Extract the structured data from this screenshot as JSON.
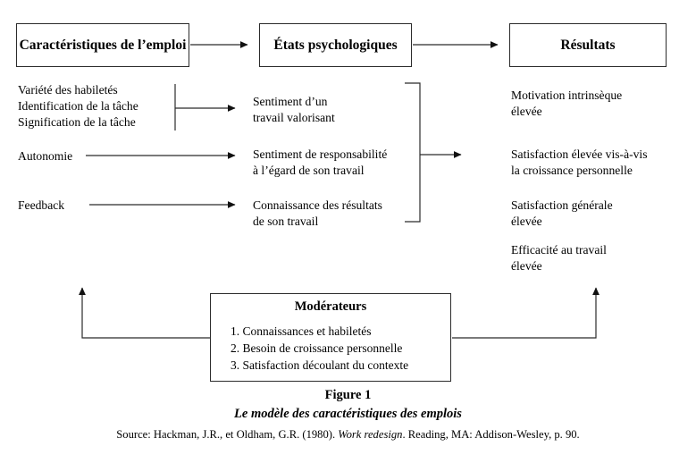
{
  "figure": {
    "number": "Figure 1",
    "subtitle": "Le modèle des caractéristiques des emplois",
    "source_prefix": "Source: Hackman, J.R., et Oldham, G.R. (1980). ",
    "source_italic": "Work redesign",
    "source_suffix": ". Reading, MA: Addison-Wesley, p. 90."
  },
  "headers": {
    "job": "Caractéristiques\nde l’emploi",
    "psychological": "États\npsychologiques",
    "results": "Résultats"
  },
  "columns": {
    "job_characteristics": [
      "Variété des habiletés",
      "Identification de la tâche",
      "Signification de la tâche",
      "Autonomie",
      "Feedback"
    ],
    "psychological_states": [
      "Sentiment d’un\ntravail valorisant",
      "Sentiment de responsabilité\nà l’égard de son travail",
      "Connaissance des résultats\nde son travail"
    ],
    "outcomes": [
      "Motivation intrinsèque\nélevée",
      "Satisfaction élevée vis-à-vis\nla croissance personnelle",
      "Satisfaction générale\nélevée",
      "Efficacité au travail\nélevée"
    ]
  },
  "moderators": {
    "title": "Modérateurs",
    "items": [
      "1. Connaissances et habiletés",
      "2. Besoin de croissance personnelle",
      "3. Satisfaction découlant du contexte"
    ]
  },
  "style": {
    "line_color": "#2b2b2b",
    "background": "#ffffff",
    "text_color": "#000000"
  }
}
